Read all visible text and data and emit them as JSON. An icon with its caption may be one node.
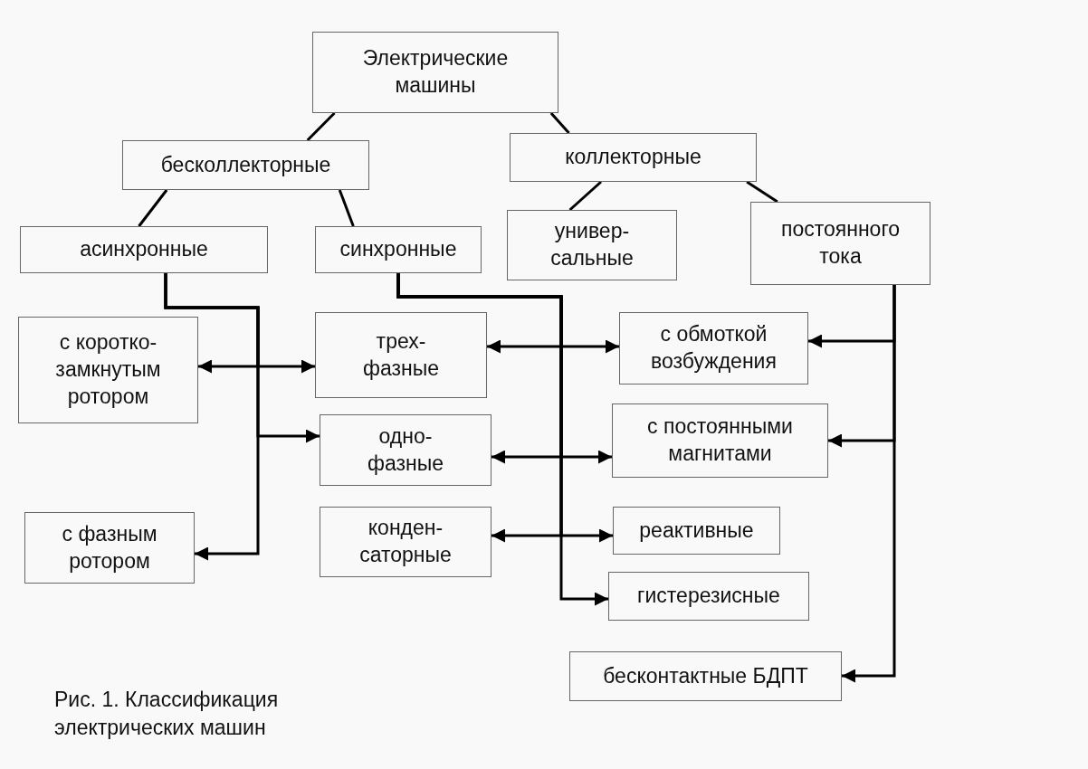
{
  "diagram": {
    "caption": "Рис. 1. Классификация электрических машин",
    "nodes": [
      {
        "text": [
          "Электрические машины"
        ]
      },
      {
        "text": [
          "бесколлекторные"
        ]
      },
      {
        "text": [
          "коллекторные"
        ]
      },
      {
        "text": [
          "асинхронные"
        ]
      },
      {
        "text": [
          "синхронные"
        ]
      },
      {
        "text": [
          "универ- сальные"
        ]
      },
      {
        "text": [
          "постоянного тока"
        ]
      },
      {
        "text": [
          "с коротко- замкнутым ротором"
        ]
      },
      {
        "text": [
          "трех- фазные"
        ]
      },
      {
        "text": [
          "с обмоткой возбуждения"
        ]
      },
      {
        "text": [
          "одно- фазные"
        ]
      },
      {
        "text": [
          "с постоянными магнитами"
        ]
      },
      {
        "text": [
          "с фазным ротором"
        ]
      },
      {
        "text": [
          "конден- саторные"
        ]
      },
      {
        "text": [
          "реактивные"
        ]
      },
      {
        "text": [
          "гистерезисные"
        ]
      },
      {
        "text": [
          "бесконтактные БДПТ"
        ]
      }
    ],
    "edges": [
      {
        "from": 0,
        "to": 1,
        "arrow": "none"
      },
      {
        "from": 0,
        "to": 2,
        "arrow": "none"
      },
      {
        "from": 1,
        "to": 3,
        "arrow": "none"
      },
      {
        "from": 1,
        "to": 4,
        "arrow": "none"
      },
      {
        "from": 2,
        "to": 5,
        "arrow": "none"
      },
      {
        "from": 2,
        "to": 6,
        "arrow": "none"
      },
      {
        "from": 3,
        "to": 7,
        "arrow": "to"
      },
      {
        "from": 3,
        "to": 8,
        "arrow": "to"
      },
      {
        "from": 3,
        "to": 10,
        "arrow": "to"
      },
      {
        "from": 3,
        "to": 12,
        "arrow": "to"
      },
      {
        "from": 4,
        "to": 8,
        "arrow": "to"
      },
      {
        "from": 4,
        "to": 9,
        "arrow": "to"
      },
      {
        "from": 4,
        "to": 10,
        "arrow": "to"
      },
      {
        "from": 4,
        "to": 11,
        "arrow": "to"
      },
      {
        "from": 4,
        "to": 13,
        "arrow": "to"
      },
      {
        "from": 4,
        "to": 14,
        "arrow": "to"
      },
      {
        "from": 4,
        "to": 15,
        "arrow": "to"
      },
      {
        "from": 6,
        "to": 9,
        "arrow": "to"
      },
      {
        "from": 6,
        "to": 11,
        "arrow": "to"
      },
      {
        "from": 6,
        "to": 16,
        "arrow": "to"
      }
    ]
  }
}
